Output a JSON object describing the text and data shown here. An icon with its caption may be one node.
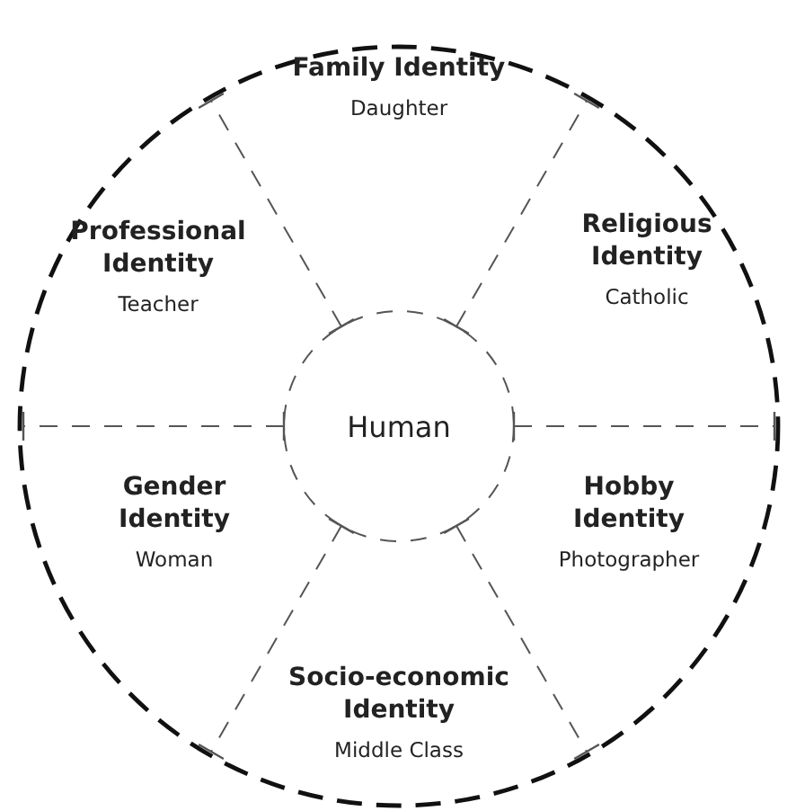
{
  "diagram": {
    "nodes": [
      {
        "text": [],
        "shape": "circle"
      },
      {
        "text": [
          "Family Identity",
          "Daughter"
        ],
        "in": 0
      },
      {
        "text": [
          "Professional Identity",
          "Teacher"
        ],
        "in": 0
      },
      {
        "text": [
          "Religious Identity",
          "Catholic"
        ],
        "in": 0
      },
      {
        "text": [
          "Human"
        ],
        "in": 0
      },
      {
        "text": [
          "Gender Identity",
          "Woman"
        ],
        "in": 0
      },
      {
        "text": [
          "Hobby Identity",
          "Photographer"
        ],
        "in": 0
      },
      {
        "text": [
          "Socio-economic Identity",
          "Middle Class"
        ],
        "in": 0
      }
    ],
    "edges": [
      {
        "from": 4,
        "to": 0,
        "arrow": "other",
        "style": "dashed"
      },
      {
        "from": 4,
        "to": 0,
        "arrow": "other",
        "style": "dashed"
      },
      {
        "from": 4,
        "to": 0,
        "arrow": "other",
        "style": "dashed"
      },
      {
        "from": 4,
        "to": 0,
        "arrow": "other",
        "style": "dashed"
      },
      {
        "from": 4,
        "to": 0,
        "arrow": "other",
        "style": "dashed"
      },
      {
        "from": 4,
        "to": 0,
        "arrow": "other",
        "style": "dashed"
      }
    ]
  }
}
